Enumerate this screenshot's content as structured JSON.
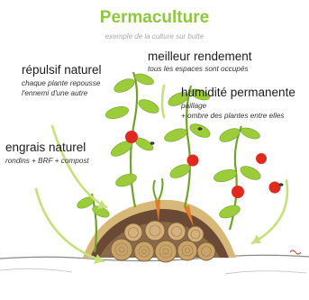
{
  "title": "Permaculture",
  "subtitle": "exemple de la culture sur butte",
  "labels": {
    "repulsif": {
      "heading": "répulsif naturel",
      "line1": "chaque plante repousse",
      "line2": "l'ennemi d'une autre"
    },
    "rendement": {
      "heading": "meilleur rendement",
      "line1": "tous les espaces sont occupés"
    },
    "humidite": {
      "heading": "humidité permanente",
      "line1": "paillage",
      "line2": "+ ombre des plantes entre elles"
    },
    "engrais": {
      "heading": "engrais naturel",
      "line1": "rondins + BRF + compost"
    }
  },
  "colors": {
    "title": "#8fc640",
    "leaf": "#9ccc3a",
    "leaf_dark": "#6fa22a",
    "tomato": "#e02a20",
    "arrow": "#c6e07a",
    "wood": "#c9a46a",
    "soil": "#6b4a35",
    "mulch": "#d8b878"
  }
}
